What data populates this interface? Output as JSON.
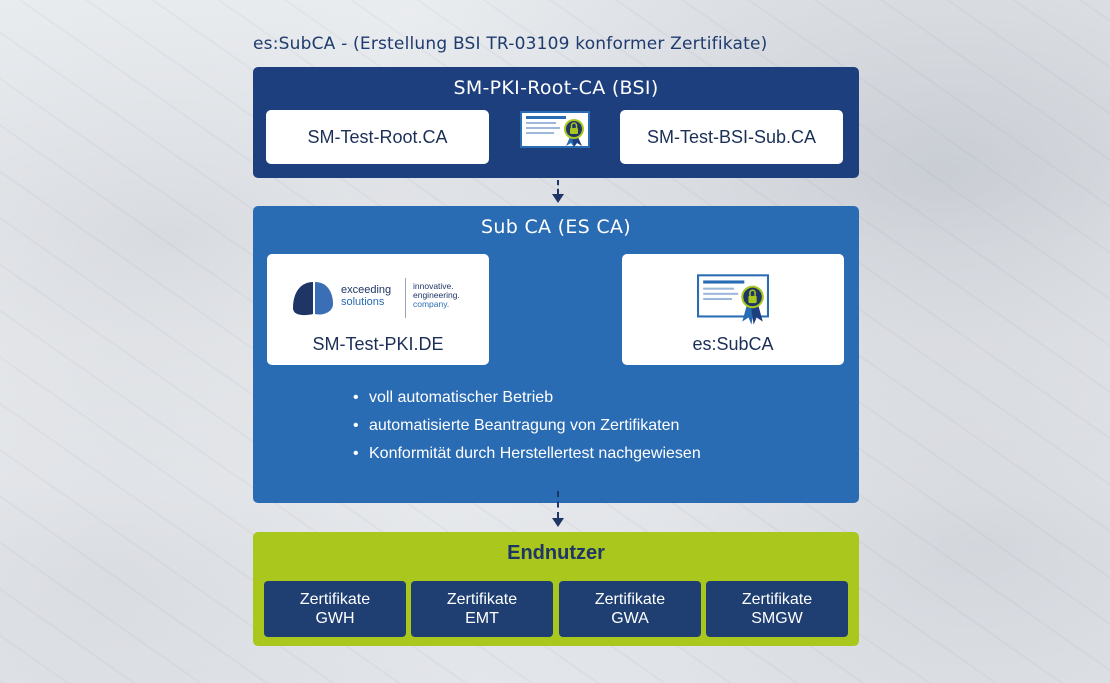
{
  "title": "es:SubCA - (Erstellung BSI TR-03109 konformer Zertifikate)",
  "root_ca": {
    "title": "SM-PKI-Root-CA (BSI)",
    "left_box": "SM-Test-Root.CA",
    "right_box": "SM-Test-BSI-Sub.CA",
    "icon": "certificate-icon"
  },
  "sub_ca": {
    "title": "Sub CA (ES CA)",
    "left_box": {
      "logo": {
        "name_line1": "exceeding",
        "name_line2": "solutions",
        "tag_line1": "innovative.",
        "tag_line2": "engineering.",
        "tag_line3": "company."
      },
      "label": "SM-Test-PKI.DE"
    },
    "right_box": {
      "icon": "certificate-icon",
      "label": "es:SubCA"
    },
    "bullets": [
      "voll automatischer Betrieb",
      "automatisierte Beantragung von Zertifikaten",
      "Konformität durch Herstellertest nachgewiesen"
    ]
  },
  "endnutzer": {
    "title": "Endnutzer",
    "certificates": [
      {
        "line1": "Zertifikate",
        "line2": "GWH"
      },
      {
        "line1": "Zertifikate",
        "line2": "EMT"
      },
      {
        "line1": "Zertifikate",
        "line2": "GWA"
      },
      {
        "line1": "Zertifikate",
        "line2": "SMGW"
      }
    ]
  },
  "colors": {
    "root_panel": "#1e3f7d",
    "sub_panel": "#2a6cb4",
    "endnutzer_panel": "#a9c71d",
    "cert_box": "#1f3f73",
    "title_text": "#1f3b6e"
  }
}
